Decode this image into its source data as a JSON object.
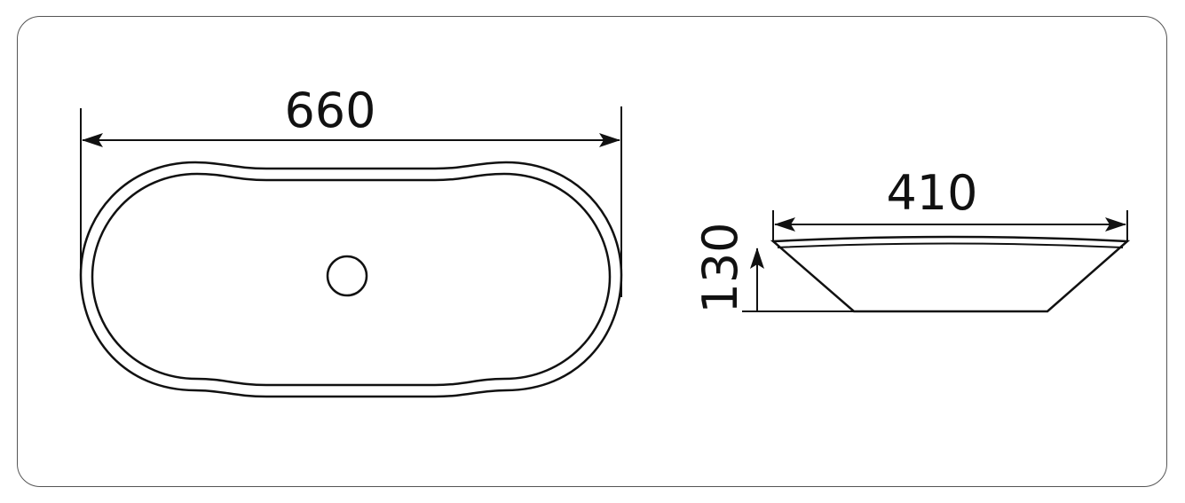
{
  "top_view": {
    "width_label": "660"
  },
  "side_view": {
    "width_label": "410",
    "height_label": "130"
  },
  "colors": {
    "line": "#111111",
    "frame": "#555555",
    "background": "#ffffff"
  }
}
